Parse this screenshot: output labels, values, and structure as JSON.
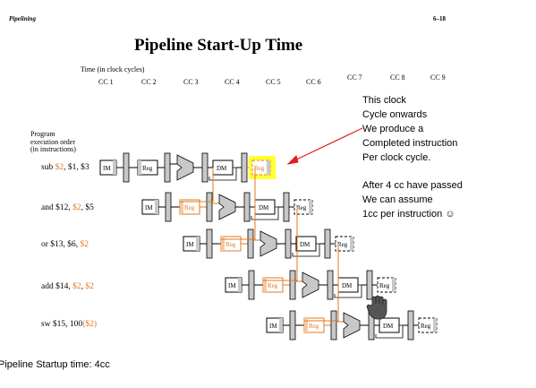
{
  "header": {
    "left": "Pipelining",
    "right": "6–18"
  },
  "title": "Pipeline Start-Up Time",
  "time_axis": {
    "label": "Time (in clock cycles)",
    "cycles": [
      "CC 1",
      "CC 2",
      "CC 3",
      "CC 4",
      "CC 5",
      "CC 6",
      "CC 7",
      "CC 8",
      "CC 9"
    ]
  },
  "program_label": "Program\nexecution order\n(in instructions)",
  "instructions": [
    {
      "op": "sub ",
      "args": [
        {
          "t": "$2",
          "hl": true
        },
        {
          "t": ", $1, $3",
          "hl": false
        }
      ]
    },
    {
      "op": "and $12, ",
      "args": [
        {
          "t": "$2",
          "hl": true
        },
        {
          "t": ", $5",
          "hl": false
        }
      ]
    },
    {
      "op": "or $13, $6, ",
      "args": [
        {
          "t": "$2",
          "hl": true
        }
      ]
    },
    {
      "op": "add $14, ",
      "args": [
        {
          "t": "$2",
          "hl": true
        },
        {
          "t": ", ",
          "hl": false
        },
        {
          "t": "$2",
          "hl": true
        }
      ]
    },
    {
      "op": "sw $15, 100",
      "args": [
        {
          "t": "($2)",
          "hl": true
        }
      ]
    }
  ],
  "units": {
    "im": "IM",
    "reg": "Reg",
    "dm": "DM"
  },
  "annotation_1": "This clock\nCycle onwards\nWe produce a\nCompleted instruction\nPer clock cycle.",
  "annotation_2": "After 4 cc have passed\nWe can assume\n1cc per instruction ☺",
  "footer": "Pipeline Startup time: 4cc",
  "colors": {
    "highlight_fill": "#ffff33",
    "arrow": "#e02020",
    "reg_hazard": "#e07820",
    "unit_gray": "#c8c8c8"
  },
  "icons": [
    "hand-cursor-icon"
  ]
}
